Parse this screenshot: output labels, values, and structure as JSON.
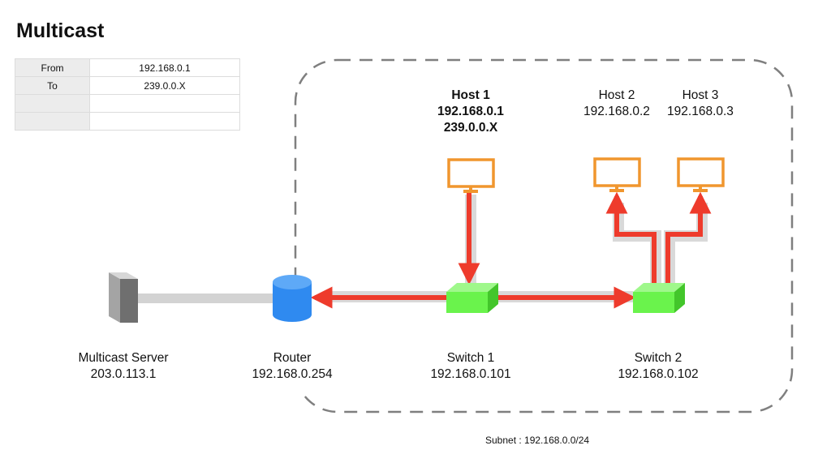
{
  "title": "Multicast",
  "table": {
    "rows": [
      {
        "key": "From",
        "value": "192.168.0.1"
      },
      {
        "key": "To",
        "value": "239.0.0.X"
      },
      {
        "key": "",
        "value": ""
      },
      {
        "key": "",
        "value": ""
      }
    ]
  },
  "nodes": {
    "server": {
      "name": "Multicast Server",
      "ip": "203.0.113.1"
    },
    "router": {
      "name": "Router",
      "ip": "192.168.0.254"
    },
    "switch1": {
      "name": "Switch 1",
      "ip": "192.168.0.101"
    },
    "switch2": {
      "name": "Switch 2",
      "ip": "192.168.0.102"
    },
    "host1": {
      "name": "Host 1",
      "ip": "192.168.0.1",
      "group": "239.0.0.X"
    },
    "host2": {
      "name": "Host 2",
      "ip": "192.168.0.2"
    },
    "host3": {
      "name": "Host 3",
      "ip": "192.168.0.3"
    }
  },
  "subnet_label": "Subnet : 192.168.0.0/24",
  "colors": {
    "arrow": "#ee3b2c",
    "link": "#d3d3d3",
    "host": "#f0962e",
    "switch": "#6af34c",
    "router": "#2f8af0",
    "server": "#7a7a7a",
    "subnet_border": "#7f7f7f"
  }
}
